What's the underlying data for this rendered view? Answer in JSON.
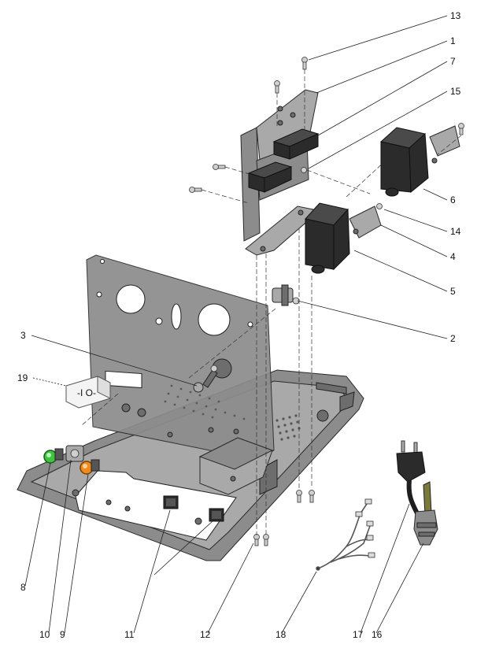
{
  "callouts": [
    {
      "id": "13",
      "label": "13"
    },
    {
      "id": "1",
      "label": "1"
    },
    {
      "id": "7",
      "label": "7"
    },
    {
      "id": "15",
      "label": "15"
    },
    {
      "id": "6",
      "label": "6"
    },
    {
      "id": "14",
      "label": "14"
    },
    {
      "id": "4",
      "label": "4"
    },
    {
      "id": "5",
      "label": "5"
    },
    {
      "id": "2",
      "label": "2"
    },
    {
      "id": "3",
      "label": "3"
    },
    {
      "id": "19",
      "label": "19"
    },
    {
      "id": "8",
      "label": "8"
    },
    {
      "id": "10",
      "label": "10"
    },
    {
      "id": "9",
      "label": "9"
    },
    {
      "id": "11",
      "label": "11"
    },
    {
      "id": "12",
      "label": "12"
    },
    {
      "id": "18",
      "label": "18"
    },
    {
      "id": "17",
      "label": "17"
    },
    {
      "id": "16",
      "label": "16"
    }
  ],
  "colors": {
    "metal": "#8c8c8c",
    "block": "#2b2b2b",
    "lamp_green": "#3ec43e",
    "lamp_orange": "#f08a1c"
  },
  "component_text": {
    "switch_module_label": "-I O-"
  }
}
